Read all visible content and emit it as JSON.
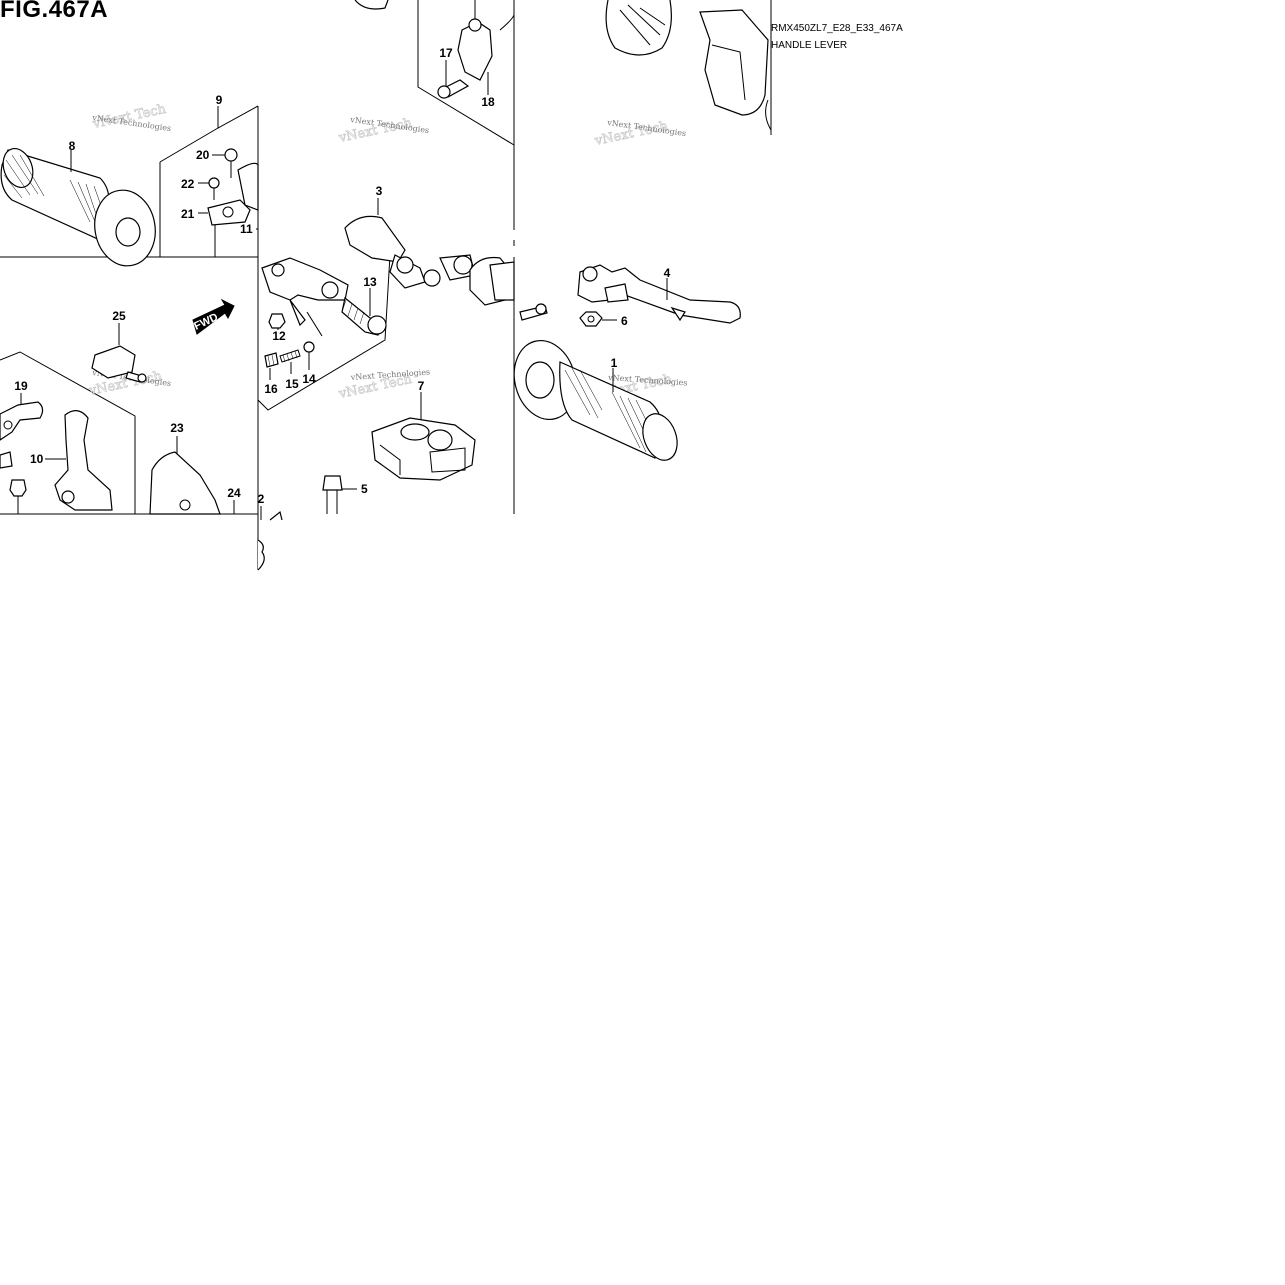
{
  "figure": {
    "title": "FIG.467A",
    "model_code": "RMX450ZL7_E28_E33_467A",
    "section_name": "HANDLE LEVER",
    "direction_label": "FWD",
    "watermark": "vNext Technologies"
  },
  "callouts": [
    {
      "id": "1",
      "label": "1"
    },
    {
      "id": "2",
      "label": "2"
    },
    {
      "id": "3",
      "label": "3"
    },
    {
      "id": "4",
      "label": "4"
    },
    {
      "id": "5",
      "label": "5"
    },
    {
      "id": "6",
      "label": "6"
    },
    {
      "id": "7",
      "label": "7"
    },
    {
      "id": "8",
      "label": "8"
    },
    {
      "id": "9",
      "label": "9"
    },
    {
      "id": "10",
      "label": "10"
    },
    {
      "id": "11",
      "label": "11"
    },
    {
      "id": "12",
      "label": "12"
    },
    {
      "id": "13",
      "label": "13"
    },
    {
      "id": "14",
      "label": "14"
    },
    {
      "id": "15",
      "label": "15"
    },
    {
      "id": "16",
      "label": "16"
    },
    {
      "id": "17",
      "label": "17"
    },
    {
      "id": "18",
      "label": "18"
    },
    {
      "id": "19",
      "label": "19"
    },
    {
      "id": "20",
      "label": "20"
    },
    {
      "id": "21",
      "label": "21"
    },
    {
      "id": "22",
      "label": "22"
    },
    {
      "id": "23",
      "label": "23"
    },
    {
      "id": "24",
      "label": "24"
    },
    {
      "id": "25",
      "label": "25"
    }
  ]
}
